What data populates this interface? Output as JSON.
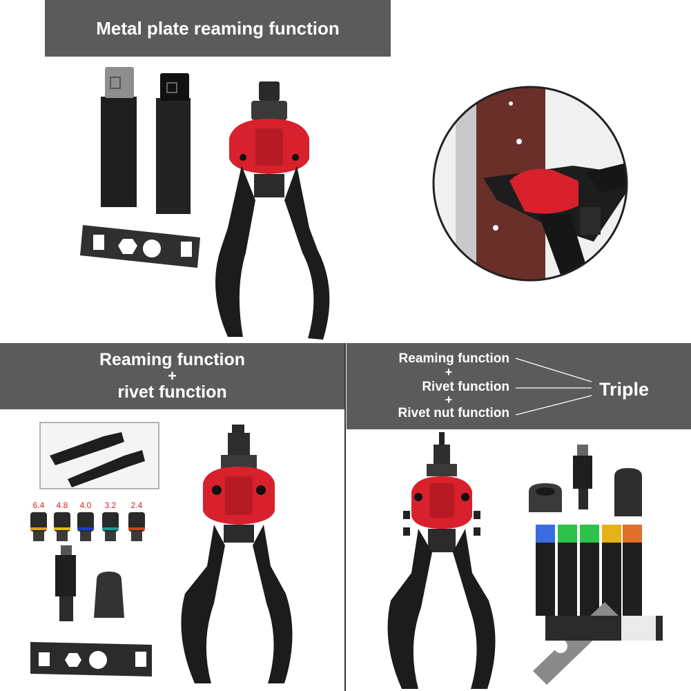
{
  "panel_top": {
    "title": "Metal plate reaming function"
  },
  "panel_bottom_left": {
    "line1": "Reaming function",
    "plus": "+",
    "line2": "rivet function",
    "size_labels": [
      "6.4",
      "4.8",
      "4.0",
      "3.2",
      "2.4"
    ],
    "size_colors": [
      "#e02020",
      "#e02020",
      "#e02020",
      "#e02020",
      "#e02020"
    ],
    "ring_colors": [
      "#d9a400",
      "#e0c000",
      "#1a3fd0",
      "#16a0a0",
      "#e23a1a"
    ]
  },
  "panel_bottom_right": {
    "line1": "Reaming function",
    "plus1": "+",
    "line2": "Rivet function",
    "plus2": "+",
    "line3": "Rivet nut function",
    "label_triple": "Triple",
    "cap_colors": [
      "#3a6ee0",
      "#2fc24a",
      "#2fc24a",
      "#e6b21a",
      "#e0702a"
    ]
  },
  "colors": {
    "banner": "#5b5b5b",
    "tool_red": "#d8212c",
    "tool_black": "#1c1c1c"
  }
}
